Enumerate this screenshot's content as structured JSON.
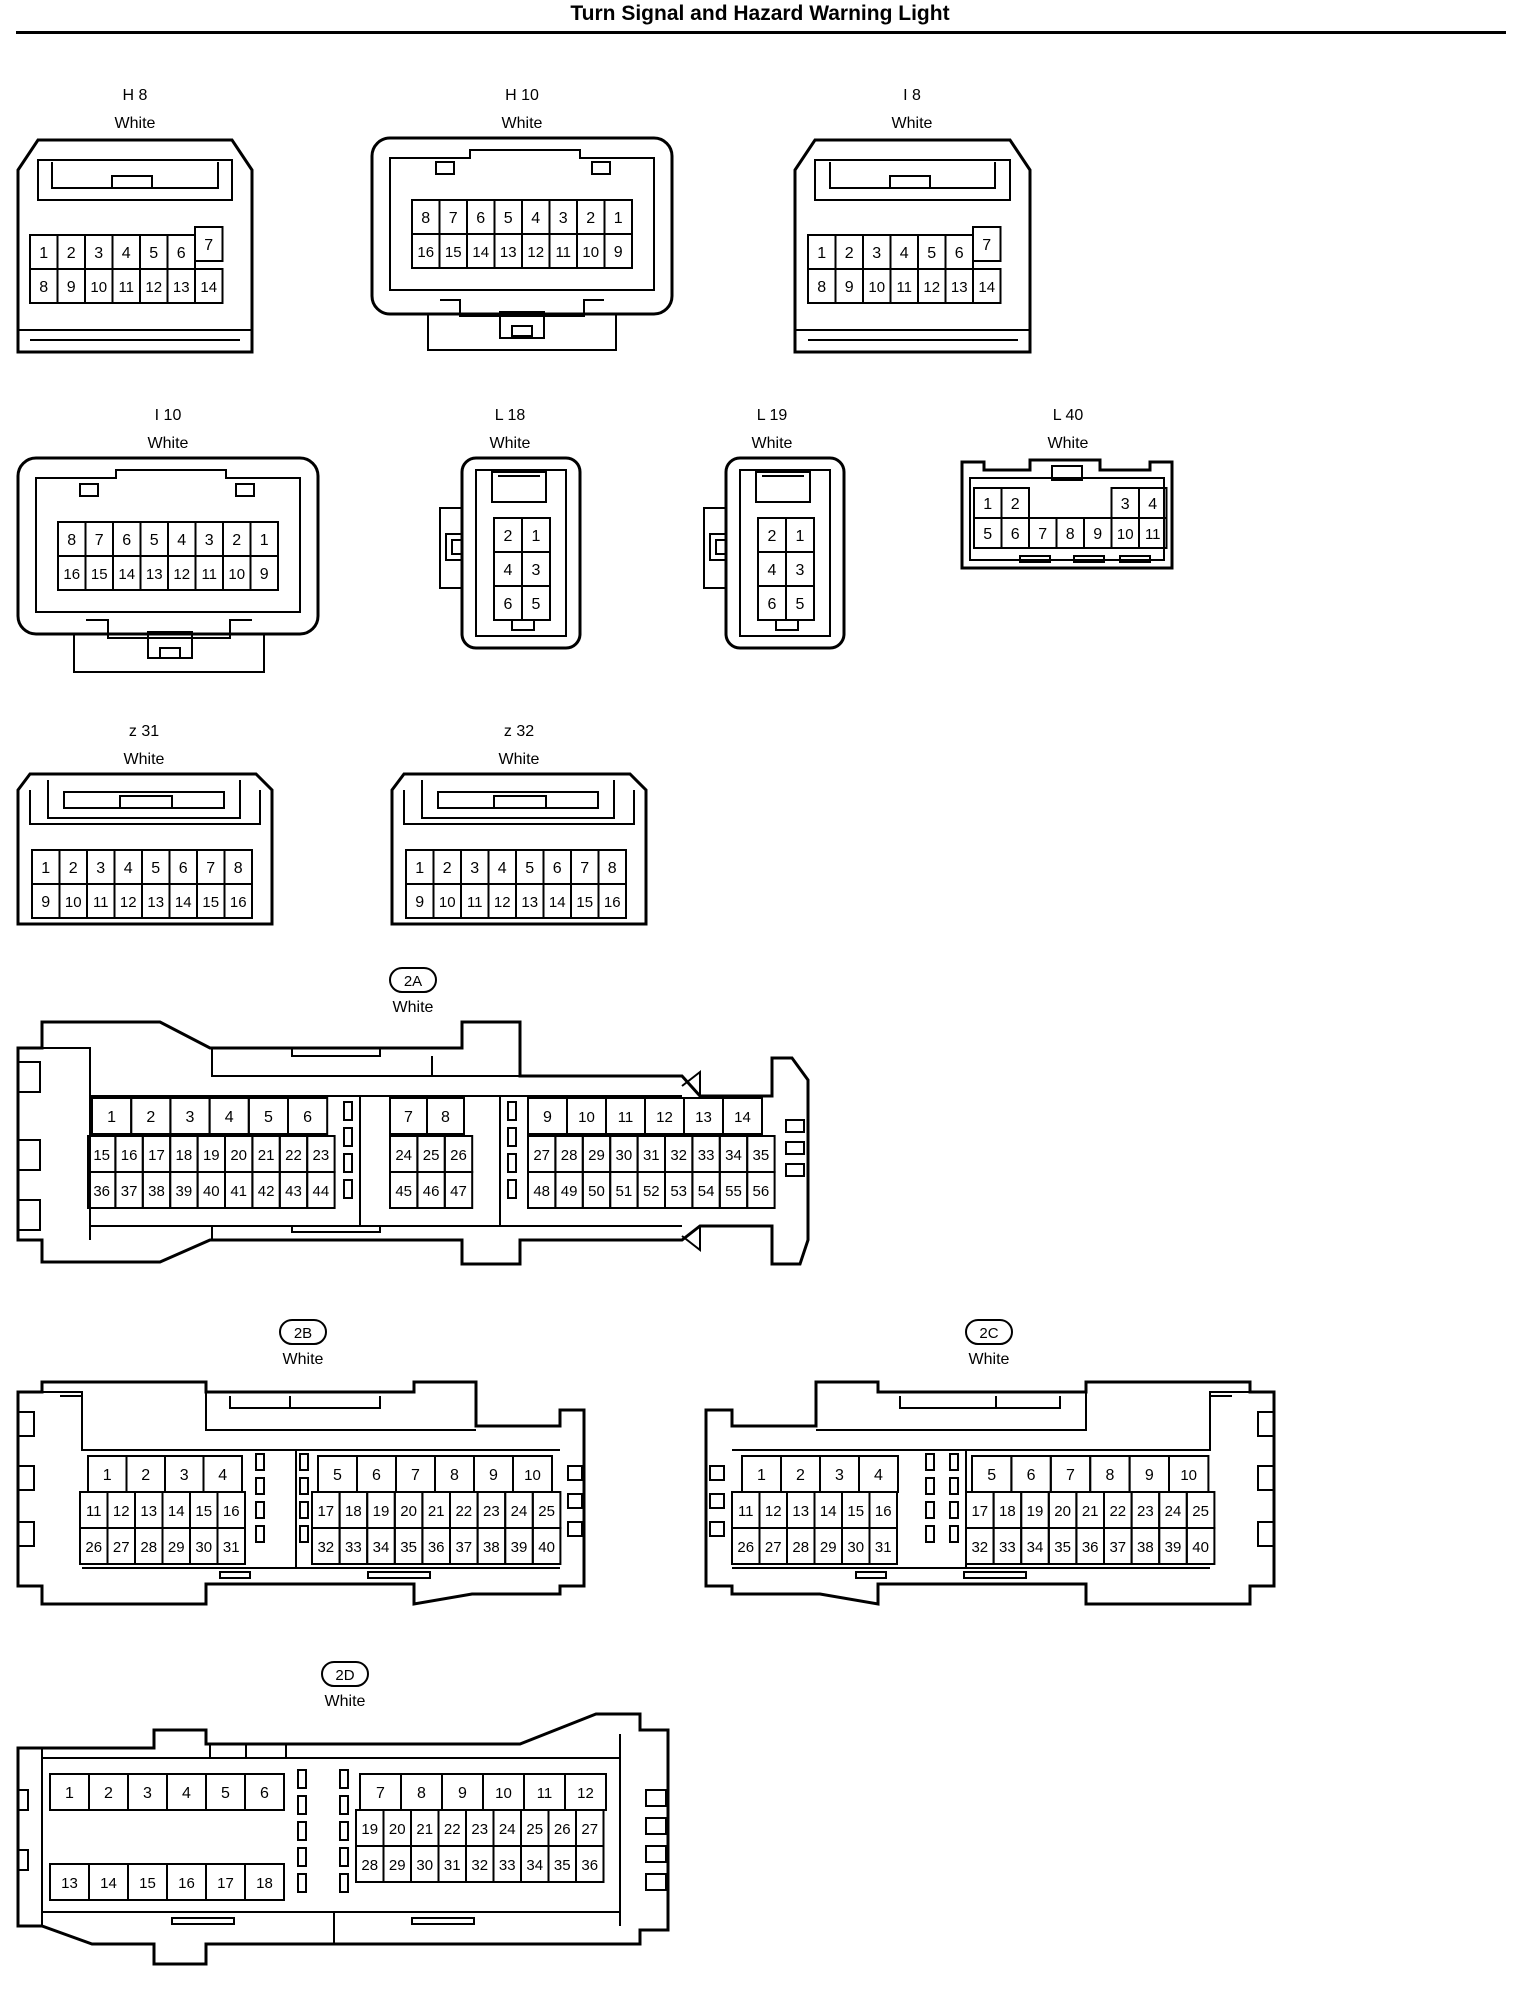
{
  "title": "Turn Signal and Hazard Warning Light",
  "connectors": {
    "h8": {
      "id": "H 8",
      "color": "White"
    },
    "h10": {
      "id": "H 10",
      "color": "White"
    },
    "i8": {
      "id": "I 8",
      "color": "White"
    },
    "i10": {
      "id": "I 10",
      "color": "White"
    },
    "l18": {
      "id": "L 18",
      "color": "White"
    },
    "l19": {
      "id": "L 19",
      "color": "White"
    },
    "l40": {
      "id": "L 40",
      "color": "White"
    },
    "z31": {
      "id": "z 31",
      "color": "White"
    },
    "z32": {
      "id": "z 32",
      "color": "White"
    },
    "j2a": {
      "id": "2A",
      "color": "White"
    },
    "j2b": {
      "id": "2B",
      "color": "White"
    },
    "j2c": {
      "id": "2C",
      "color": "White"
    },
    "j2d": {
      "id": "2D",
      "color": "White"
    }
  }
}
